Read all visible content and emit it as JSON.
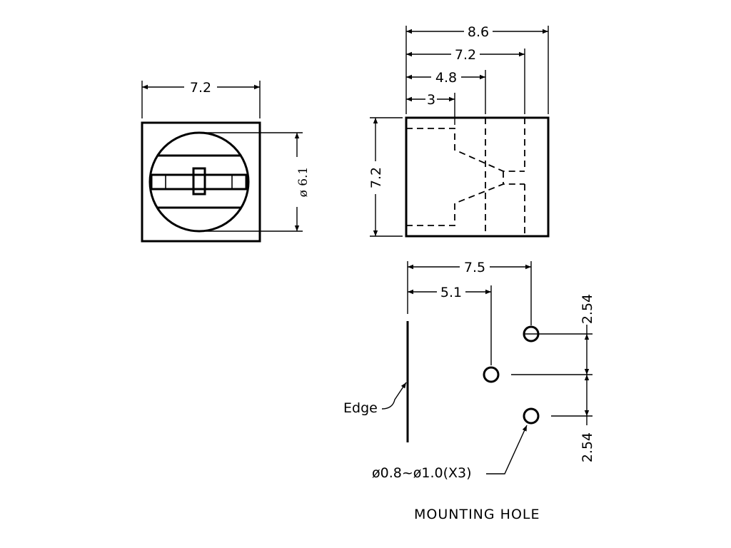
{
  "front_view": {
    "width_dim": "7.2",
    "dial_diameter_dim": "ø 6.1"
  },
  "side_view": {
    "depth_dims": [
      "8.6",
      "7.2",
      "4.8",
      "3"
    ],
    "height_dim": "7.2"
  },
  "mounting_hole": {
    "dim_far": "7.5",
    "dim_near": "5.1",
    "pitch_top": "2.54",
    "pitch_bottom": "2.54",
    "edge_label": "Edge",
    "hole_spec": "ø0.8~ø1.0(X3)",
    "caption": "MOUNTING HOLE"
  },
  "colors": {
    "line": "#000000",
    "background": "#ffffff"
  }
}
